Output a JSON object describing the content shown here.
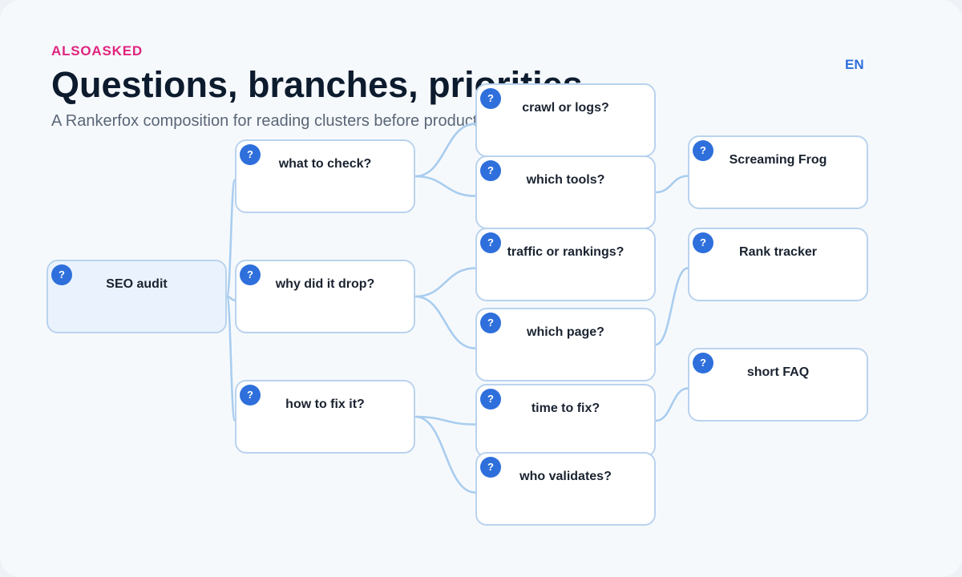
{
  "header": {
    "eyebrow": "ALSOASKED",
    "title": "Questions, branches, priorities",
    "subtitle": "A Rankerfox composition for reading clusters before production",
    "lang": "EN"
  },
  "badge_glyph": "?",
  "badge_icon": "question-icon",
  "colors": {
    "accent": "#2e6fdc",
    "eyebrow": "#e0247e",
    "link": "#a9cdef",
    "node_border": "#b9d3ee",
    "root_fill": "#eaf3fd"
  },
  "nodes": [
    {
      "id": "seo-audit",
      "label": "SEO audit",
      "parent": null
    },
    {
      "id": "what-to-check",
      "label": "what to check?",
      "parent": "seo-audit"
    },
    {
      "id": "why-did-it-drop",
      "label": "why did it drop?",
      "parent": "seo-audit"
    },
    {
      "id": "how-to-fix-it",
      "label": "how to fix it?",
      "parent": "seo-audit"
    },
    {
      "id": "crawl-or-logs",
      "label": "crawl or logs?",
      "parent": "what-to-check"
    },
    {
      "id": "which-tools",
      "label": "which tools?",
      "parent": "what-to-check"
    },
    {
      "id": "traffic-or-rankings",
      "label": "traffic or rankings?",
      "parent": "why-did-it-drop"
    },
    {
      "id": "which-page",
      "label": "which page?",
      "parent": "why-did-it-drop"
    },
    {
      "id": "time-to-fix",
      "label": "time to fix?",
      "parent": "how-to-fix-it"
    },
    {
      "id": "who-validates",
      "label": "who validates?",
      "parent": "how-to-fix-it"
    },
    {
      "id": "screaming-frog",
      "label": "Screaming Frog",
      "parent": "which-tools"
    },
    {
      "id": "rank-tracker",
      "label": "Rank tracker",
      "parent": "which-page"
    },
    {
      "id": "short-faq",
      "label": "short FAQ",
      "parent": "time-to-fix"
    }
  ]
}
